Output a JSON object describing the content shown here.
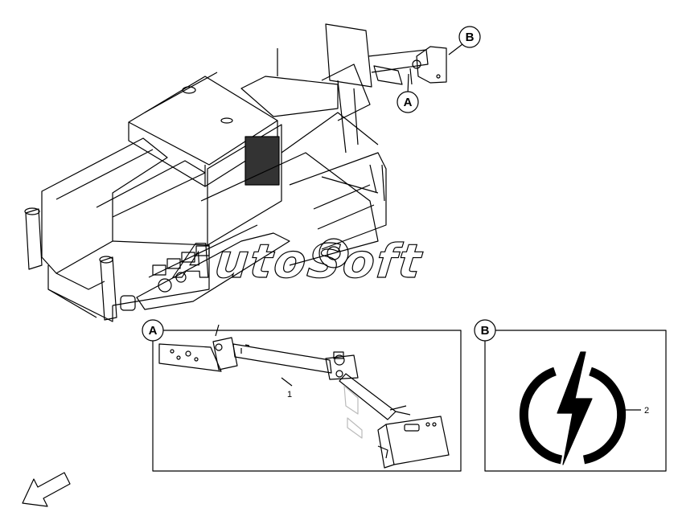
{
  "callouts": {
    "main_a": "A",
    "main_b": "B",
    "detail_a": "A",
    "detail_b": "B"
  },
  "part_numbers": {
    "arm": "1",
    "decal": "2"
  },
  "watermark": "AutoSoft",
  "icons": {
    "decal_symbol": "lightning-bolt-power-icon",
    "orientation_arrow": "direction-arrow-icon"
  },
  "colors": {
    "line": "#000000",
    "background": "#ffffff",
    "watermark_stroke": "#000000"
  }
}
